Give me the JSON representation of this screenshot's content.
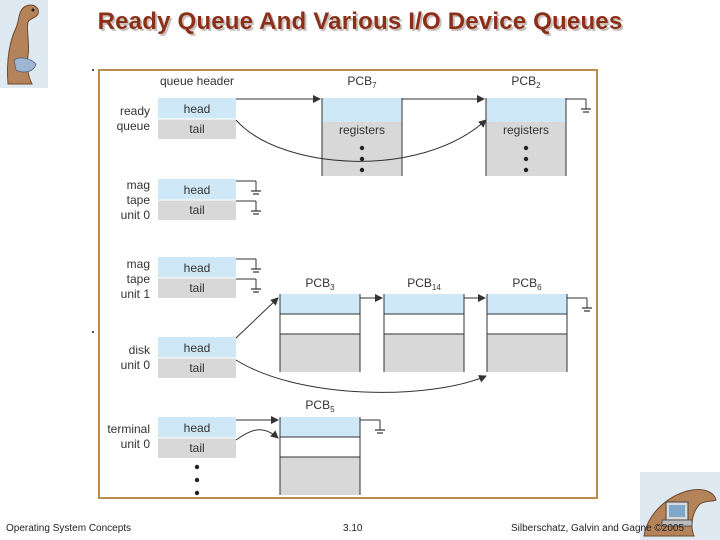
{
  "slide": {
    "title": "Ready Queue And Various I/O Device Queues",
    "footer_left": "Operating System Concepts",
    "footer_center": "3.10",
    "footer_right": "Silberschatz, Galvin and Gagne ©2005"
  },
  "diagram": {
    "queue_header_label": "queue header",
    "head_label": "head",
    "tail_label": "tail",
    "registers_label": "registers",
    "queues": [
      {
        "lines": [
          "ready",
          "queue"
        ]
      },
      {
        "lines": [
          "mag",
          "tape",
          "unit 0"
        ]
      },
      {
        "lines": [
          "mag",
          "tape",
          "unit 1"
        ]
      },
      {
        "lines": [
          "disk",
          "unit 0"
        ]
      },
      {
        "lines": [
          "terminal",
          "unit 0"
        ]
      }
    ],
    "pcbs": {
      "pcb7": {
        "base": "PCB",
        "sub": "7"
      },
      "pcb2": {
        "base": "PCB",
        "sub": "2"
      },
      "pcb3": {
        "base": "PCB",
        "sub": "3"
      },
      "pcb14": {
        "base": "PCB",
        "sub": "14"
      },
      "pcb6": {
        "base": "PCB",
        "sub": "6"
      },
      "pcb5": {
        "base": "PCB",
        "sub": "5"
      }
    },
    "colors": {
      "head_fill": "#cfe8f7",
      "tail_fill": "#d8d8d8",
      "border": "#333333",
      "frame": "#b98a4e",
      "title": "#8c2f18"
    }
  }
}
